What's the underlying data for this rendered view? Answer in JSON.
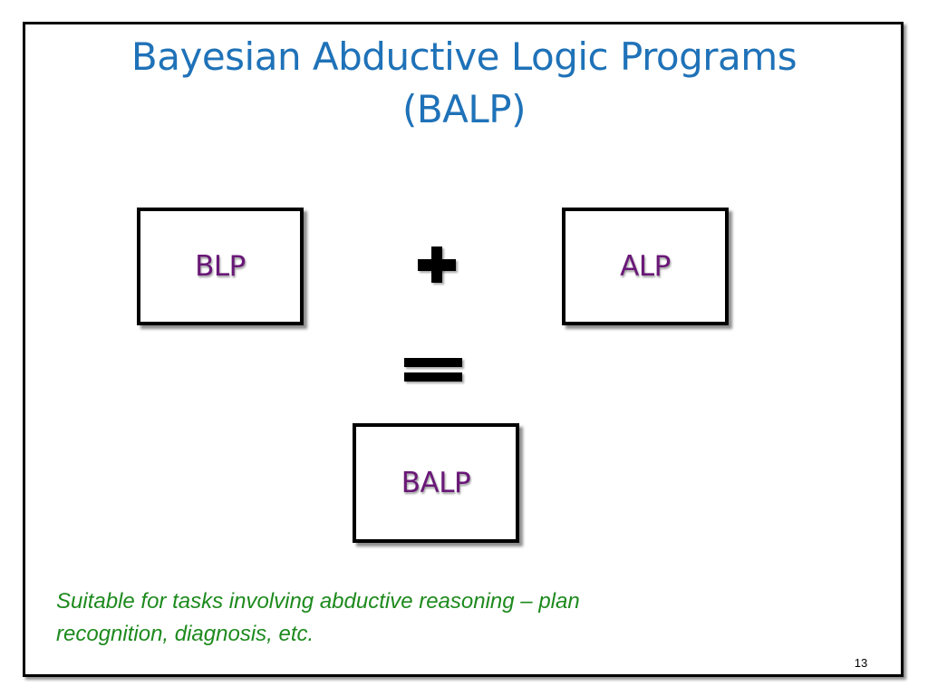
{
  "slide": {
    "title_lines": [
      "Bayesian Abductive Logic Programs",
      "(BALP)"
    ],
    "boxes": {
      "blp": "BLP",
      "alp": "ALP",
      "balp": "BALP"
    },
    "note_lines": [
      "Suitable for tasks involving abductive reasoning – plan",
      "recognition, diagnosis, etc."
    ],
    "page_number": "13"
  },
  "colors": {
    "title": "#1f72b8",
    "box_label": "#6a1878",
    "note": "#1d8a1d"
  },
  "icons": [
    "plus-icon",
    "equals-icon"
  ]
}
